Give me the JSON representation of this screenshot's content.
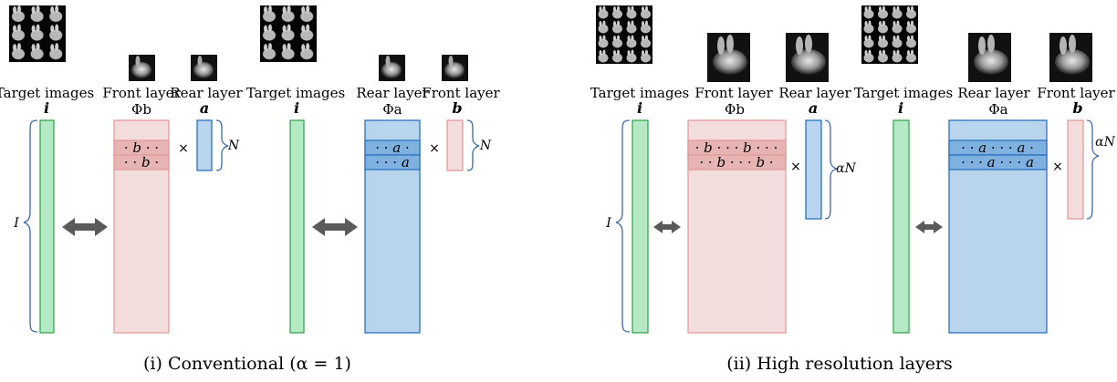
{
  "left": {
    "caption_target_1": "Target images",
    "caption_front_1": "Front layer",
    "caption_rear_1": "Rear layer",
    "caption_target_2": "Target images",
    "caption_rear_2": "Rear layer",
    "caption_front_2": "Front layer",
    "var_i_1": "i",
    "phi_b": "Φb",
    "var_a": "a",
    "var_i_2": "i",
    "phi_a": "Φa",
    "var_b": "b",
    "row_b_1": "· b · ·",
    "row_b_2": "· · b ·",
    "row_a_1": "· · a ·",
    "row_a_2": "· · · a",
    "times_1": "×",
    "times_2": "×",
    "dim_I": "I",
    "dim_N_1": "N",
    "dim_N_2": "N",
    "subtitle": "(i) Conventional (α = 1)"
  },
  "right": {
    "caption_target_1": "Target images",
    "caption_front_1": "Front layer",
    "caption_rear_1": "Rear layer",
    "caption_target_2": "Target images",
    "caption_rear_2": "Rear layer",
    "caption_front_2": "Front layer",
    "var_i_1": "i",
    "phi_b": "Φb",
    "var_a": "a",
    "var_i_2": "i",
    "phi_a": "Φa",
    "var_b": "b",
    "row_b_1": "· b · · · b · · ·",
    "row_b_2": "· · b · · · b ·",
    "row_a_1": "· · a · · · a ·",
    "row_a_2": "· · · a · · · a",
    "times_1": "×",
    "times_2": "×",
    "dim_I": "I",
    "dim_aN_1": "αN",
    "dim_aN_2": "αN",
    "subtitle": "(ii) High resolution layers"
  },
  "colors": {
    "green_fill": "#b5e8c5",
    "green_stroke": "#3aa84e",
    "pink_fill": "#f3dcdc",
    "pink_stroke": "#e49b9b",
    "pink_row": "#e7b4b4",
    "blue_fill": "#b9d5ee",
    "blue_stroke": "#2a72c0",
    "blue_row": "#7fb1e0",
    "arrow": "#5a5a5a",
    "brace": "#3c68a8"
  }
}
